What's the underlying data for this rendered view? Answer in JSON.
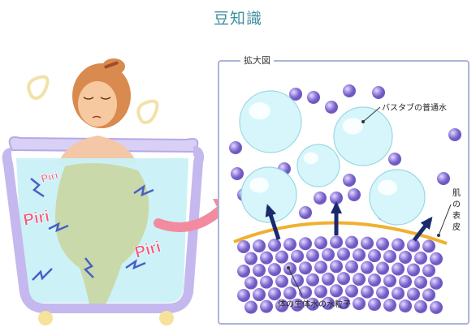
{
  "title": "豆知識",
  "panel_label": "拡大図",
  "labels": {
    "bath_water": "バスタブの普通水",
    "skin_surface": "肌の表皮",
    "body_water": "体の生体水の水粒子"
  },
  "piri": [
    "Piri",
    "Piri",
    "Piri"
  ],
  "colors": {
    "title": "#3f8f9e",
    "tub": "#c5b8ee",
    "water": "#c9f1f7",
    "skin": "#f4b88a",
    "hair": "#d98a4e",
    "bubble": "#d6f6fb",
    "particle": "#9b86df",
    "skin_line": "#f0b030",
    "arrow": "#1a2a6c",
    "pink_arrow": "#f28aa0",
    "piri_text": "#f0587a"
  }
}
